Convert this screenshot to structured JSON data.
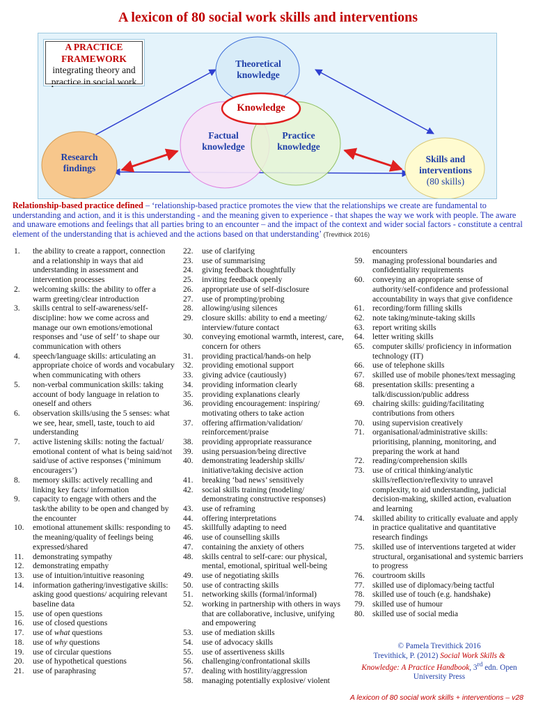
{
  "title": "A lexicon of 80 social work skills and interventions",
  "diagram": {
    "framework": {
      "line1": "A PRACTICE",
      "line2": "FRAMEWORK",
      "line3": "integrating theory and",
      "line4": "practice in social work"
    },
    "theoretical": "Theoretical knowledge",
    "knowledge": "Knowledge",
    "factual": "Factual knowledge",
    "practice": "Practice knowledge",
    "research": "Research findings",
    "skills": "Skills and interventions",
    "skills_count": "(80 skills)",
    "colors": {
      "background": "#e4f3fb",
      "arrow_blue": "#2f3fd0",
      "arrow_red": "#e02020",
      "theoretical_fill": "#d8ecf8",
      "factual_fill": "#f6e4f6",
      "practice_fill": "#e6f4d4",
      "research_fill": "#f7c78c",
      "skills_fill": "#fffbd0",
      "knowledge_stroke": "#e02020"
    }
  },
  "definition": {
    "lead": "Relationship-based practice defined",
    "body": " – ‘relationship-based practice promotes the view that the relationships we create are fundamental to understanding and action, and it is this understanding - and the meaning given to experience - that shapes the way we work with people. The aware and unaware emotions and feelings that all parties bring to an encounter – and the impact of the context and wider social factors - constitute a central element of the understanding that is achieved and the actions based on that understanding’ ",
    "cite": "(Trevithick 2016)"
  },
  "col1": [
    {
      "n": "1.",
      "t": "the ability to create a rapport, connection and a relationship in ways that aid understanding in assessment and intervention processes"
    },
    {
      "n": "2.",
      "t": "welcoming skills: the ability to offer a warm greeting/clear introduction"
    },
    {
      "n": "3.",
      "t": "skills central to self-awareness/self-discipline: how we come across and manage our own emotions/emotional responses and ‘use of self’ to shape our communication with others"
    },
    {
      "n": "4.",
      "t": "speech/language skills: articulating an appropriate choice of words and vocabulary when communicating with others"
    },
    {
      "n": "5.",
      "t": "non-verbal communication skills: taking account of body language in relation to oneself and others"
    },
    {
      "n": "6.",
      "t": "observation skills/using the 5 senses: what we see, hear, smell, taste, touch to aid understanding"
    },
    {
      "n": "7.",
      "t": "active listening skills: noting the factual/ emotional content of what is being said/not said/use of active responses (‘minimum encouragers’)"
    },
    {
      "n": "8.",
      "t": "memory skills: actively recalling and linking key facts/ information"
    },
    {
      "n": "9.",
      "t": "capacity to engage with others and the task/the ability to be open and changed by the encounter"
    },
    {
      "n": "10.",
      "t": "emotional attunement skills: responding to the meaning/quality of feelings being expressed/shared"
    },
    {
      "n": "11.",
      "t": "demonstrating sympathy"
    },
    {
      "n": "12.",
      "t": "demonstrating empathy"
    },
    {
      "n": "13.",
      "t": "use of intuition/intuitive reasoning"
    },
    {
      "n": "14.",
      "t": "information gathering/investigative skills: asking good questions/ acquiring relevant baseline data"
    },
    {
      "n": "15.",
      "t": "use of open questions"
    },
    {
      "n": "16.",
      "t": "use of closed questions"
    },
    {
      "n": "17.",
      "pre": "use of ",
      "em": "what",
      "post": " questions"
    },
    {
      "n": "18.",
      "pre": "use of ",
      "em": "why",
      "post": " questions"
    },
    {
      "n": "19.",
      "t": "use of circular questions"
    },
    {
      "n": "20.",
      "t": "use of hypothetical questions"
    },
    {
      "n": "21.",
      "t": "use of paraphrasing"
    }
  ],
  "col2": [
    {
      "n": "22.",
      "t": "use of clarifying"
    },
    {
      "n": "23.",
      "t": "use of summarising"
    },
    {
      "n": "24.",
      "t": "giving feedback thoughtfully"
    },
    {
      "n": "25.",
      "t": "inviting feedback openly"
    },
    {
      "n": "26.",
      "t": "appropriate use of self-disclosure"
    },
    {
      "n": "27.",
      "t": "use of prompting/probing"
    },
    {
      "n": "28.",
      "t": "allowing/using silences"
    },
    {
      "n": "29.",
      "t": "closure skills: ability to end a meeting/ interview/future contact"
    },
    {
      "n": "30.",
      "t": "conveying emotional warmth, interest, care, concern for others"
    },
    {
      "n": "31.",
      "t": "providing practical/hands-on help"
    },
    {
      "n": "32.",
      "t": "providing emotional support"
    },
    {
      "n": "33.",
      "t": "giving advice (cautiously)"
    },
    {
      "n": "34.",
      "t": "providing information clearly"
    },
    {
      "n": "35.",
      "t": "providing explanations clearly"
    },
    {
      "n": "36.",
      "t": "providing encouragement: inspiring/ motivating others to take action"
    },
    {
      "n": "37.",
      "t": "offering affirmation/validation/ reinforcement/praise"
    },
    {
      "n": "38.",
      "t": "providing appropriate reassurance"
    },
    {
      "n": "39.",
      "t": "using persuasion/being directive"
    },
    {
      "n": "40.",
      "t": "demonstrating leadership skills/ initiative/taking decisive action"
    },
    {
      "n": "41.",
      "t": "breaking ‘bad news’ sensitively"
    },
    {
      "n": "42.",
      "t": "social skills training (modeling/ demonstrating constructive responses)"
    },
    {
      "n": "43.",
      "t": "use of reframing"
    },
    {
      "n": "44.",
      "t": "offering interpretations"
    },
    {
      "n": "45.",
      "t": "skillfully adapting to need"
    },
    {
      "n": "46.",
      "t": "use of counselling skills"
    },
    {
      "n": "47.",
      "t": "containing the anxiety of others"
    },
    {
      "n": "48.",
      "t": "skills central to self-care: our physical, mental, emotional, spiritual well-being"
    },
    {
      "n": "49.",
      "t": "use of negotiating skills"
    },
    {
      "n": "50.",
      "t": "use of contracting skills"
    },
    {
      "n": "51.",
      "t": "networking skills (formal/informal)"
    },
    {
      "n": "52.",
      "t": "working in partnership with others in ways that are collaborative, inclusive, unifying and empowering"
    },
    {
      "n": "53.",
      "t": "use of mediation skills"
    },
    {
      "n": "54.",
      "t": "use of advocacy skills"
    },
    {
      "n": "55.",
      "t": "use of assertiveness skills"
    },
    {
      "n": "56.",
      "t": "challenging/confrontational skills"
    },
    {
      "n": "57.",
      "t": "dealing with hostility/aggression"
    },
    {
      "n": "58.",
      "t": "managing potentially explosive/ violent"
    }
  ],
  "col3_cont": "encounters",
  "col3": [
    {
      "n": "59.",
      "t": "managing professional boundaries and confidentiality requirements"
    },
    {
      "n": "60.",
      "t": "conveying an appropriate sense of authority/self-confidence and professional accountability in ways that give confidence"
    },
    {
      "n": "61.",
      "t": "recording/form filling skills"
    },
    {
      "n": "62.",
      "t": "note taking/minute-taking skills"
    },
    {
      "n": "63.",
      "t": "report writing skills"
    },
    {
      "n": "64.",
      "t": "letter writing skills"
    },
    {
      "n": "65.",
      "t": "computer skills/ proficiency in information technology (IT)"
    },
    {
      "n": "66.",
      "t": "use of telephone skills"
    },
    {
      "n": "67.",
      "t": "skilled use of mobile phones/text messaging"
    },
    {
      "n": "68.",
      "t": "presentation skills: presenting a talk/discussion/public address"
    },
    {
      "n": "69.",
      "t": "chairing skills: guiding/facilitating contributions from others"
    },
    {
      "n": "70.",
      "t": "using supervision creatively"
    },
    {
      "n": "71.",
      "t": "organisational/administrative skills: prioritising, planning, monitoring, and preparing the work at hand"
    },
    {
      "n": "72.",
      "t": "reading/comprehension skills"
    },
    {
      "n": "73.",
      "t": "use of critical thinking/analytic skills/reflection/reflexivity to unravel complexity, to aid understanding, judicial decision-making, skilled action, evaluation and learning"
    },
    {
      "n": "74.",
      "t": "skilled ability to critically evaluate and apply in practice qualitative and quantitative research findings"
    },
    {
      "n": "75.",
      "t": "skilled use of interventions targeted at wider structural, organisational and systemic barriers to progress"
    },
    {
      "n": "76.",
      "t": "courtroom skills"
    },
    {
      "n": "77.",
      "t": "skilled use of diplomacy/being tactful"
    },
    {
      "n": "78.",
      "t": "skilled use of touch (e.g. handshake)"
    },
    {
      "n": "79.",
      "t": "skilled use of humour"
    },
    {
      "n": "80.",
      "t": "skilled use of social media"
    }
  ],
  "credit": {
    "copyright": "© Pamela Trevithick 2016",
    "ref_pre": "Trevithick, P. (2012) ",
    "ref_title": "Social Work Skills & Knowledge: A Practice Handbook",
    "ref_post_a": ", 3",
    "ref_sup": "rd",
    "ref_post_b": " edn. Open University Press"
  },
  "footer": "A lexicon of 80 social work skills + interventions – v28"
}
